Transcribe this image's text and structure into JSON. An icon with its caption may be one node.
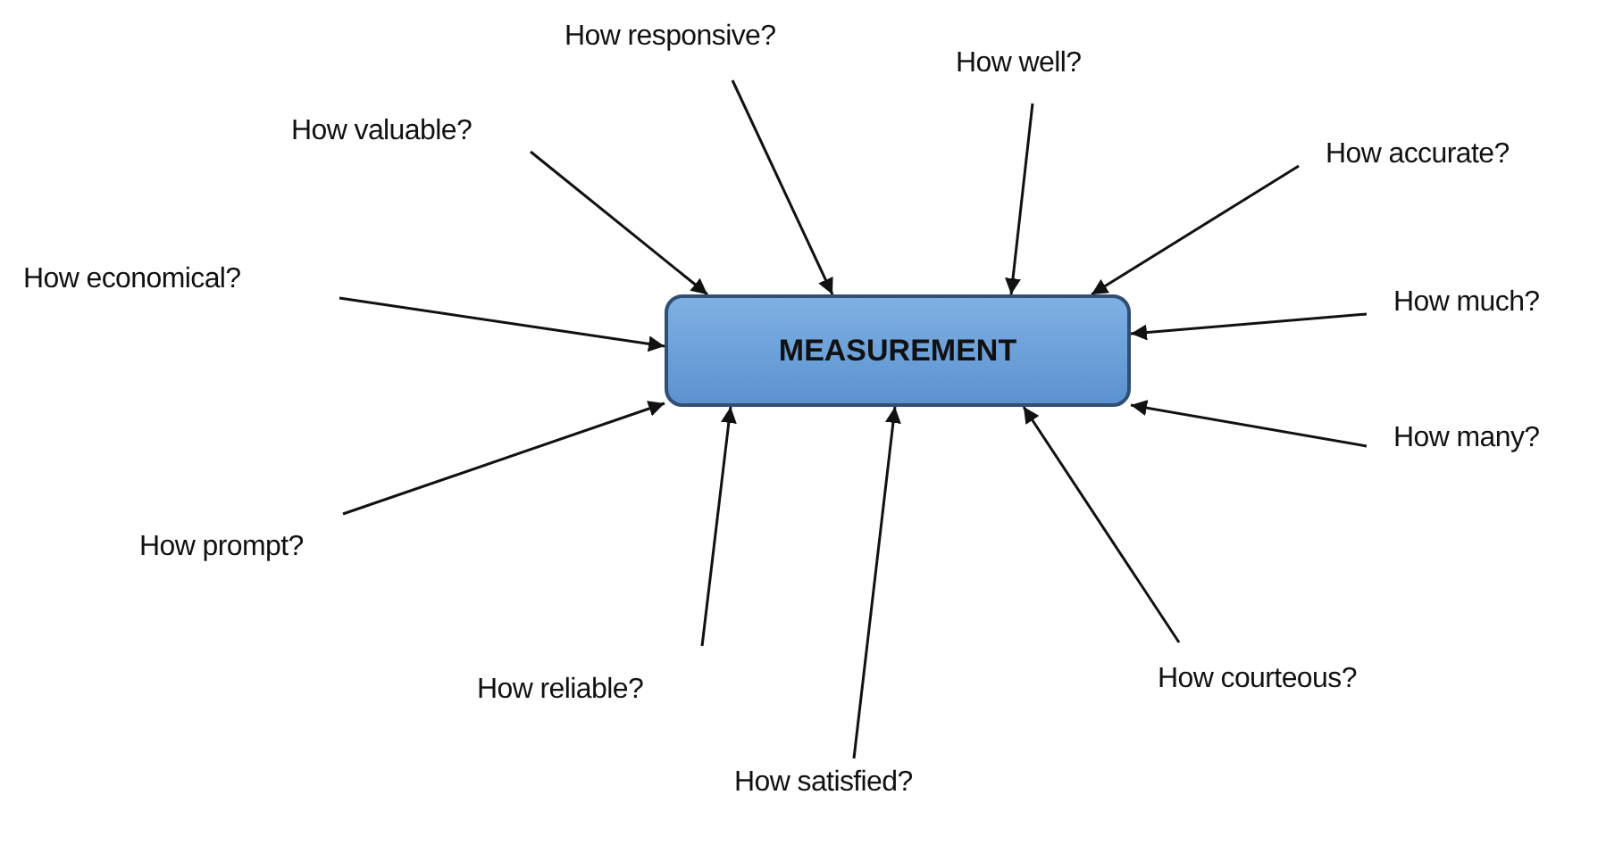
{
  "diagram": {
    "nodes": [
      {
        "text": [
          "MEASUREMENT"
        ]
      },
      {
        "text": [
          "How responsive?"
        ]
      },
      {
        "text": [
          "How well?"
        ]
      },
      {
        "text": [
          "How valuable?"
        ]
      },
      {
        "text": [
          "How accurate?"
        ]
      },
      {
        "text": [
          "How economical?"
        ]
      },
      {
        "text": [
          "How much?"
        ]
      },
      {
        "text": [
          "How many?"
        ]
      },
      {
        "text": [
          "How prompt?"
        ]
      },
      {
        "text": [
          "How courteous?"
        ]
      },
      {
        "text": [
          "How reliable?"
        ]
      },
      {
        "text": [
          "How satisfied?"
        ]
      }
    ],
    "edges": [
      {
        "from": 1,
        "to": 0,
        "arrow": "to"
      },
      {
        "from": 2,
        "to": 0,
        "arrow": "to"
      },
      {
        "from": 3,
        "to": 0,
        "arrow": "to"
      },
      {
        "from": 4,
        "to": 0,
        "arrow": "to"
      },
      {
        "from": 5,
        "to": 0,
        "arrow": "to"
      },
      {
        "from": 6,
        "to": 0,
        "arrow": "to"
      },
      {
        "from": 7,
        "to": 0,
        "arrow": "to"
      },
      {
        "from": 8,
        "to": 0,
        "arrow": "to"
      },
      {
        "from": 9,
        "to": 0,
        "arrow": "to"
      },
      {
        "from": 10,
        "to": 0,
        "arrow": "to"
      },
      {
        "from": 11,
        "to": 0,
        "arrow": "to"
      }
    ]
  }
}
